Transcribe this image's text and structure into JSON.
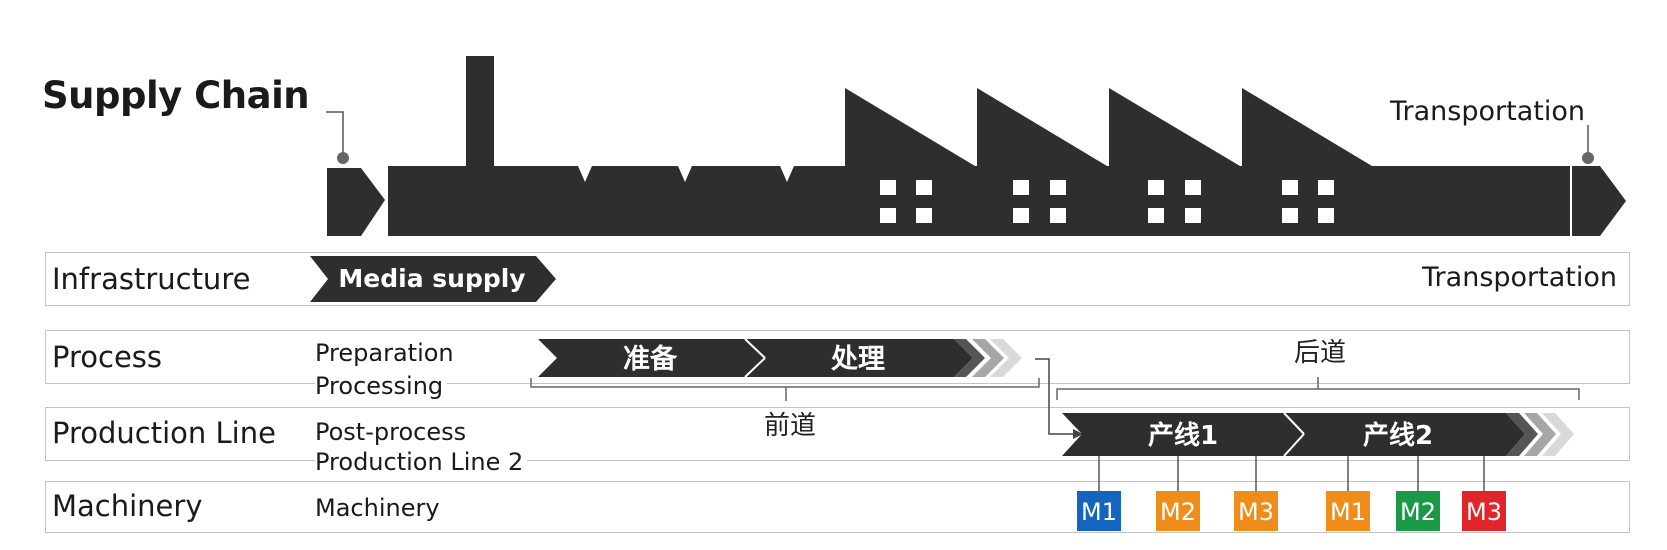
{
  "title": "Supply Chain",
  "top_transport_label": "Transportation",
  "rows": {
    "infrastructure": {
      "label": "Infrastructure",
      "media_supply": "Media supply",
      "transport": "Transportation"
    },
    "process": {
      "label": "Process",
      "sub1": "Preparation",
      "sub2": "Processing",
      "step1": "准备",
      "step2": "处理",
      "front_group": "前道",
      "back_group": "后道"
    },
    "production_line": {
      "label": "Production Line",
      "sub1": "Post-process",
      "sub2": "Production Line 2",
      "line1": "产线1",
      "line2": "产线2"
    },
    "machinery": {
      "label": "Machinery",
      "sub1": "Machinery",
      "machines": [
        {
          "label": "M1",
          "color": "#1565c0"
        },
        {
          "label": "M2",
          "color": "#f08c1a"
        },
        {
          "label": "M3",
          "color": "#f08c1a"
        },
        {
          "label": "M1",
          "color": "#f08c1a"
        },
        {
          "label": "M2",
          "color": "#1a9a46"
        },
        {
          "label": "M3",
          "color": "#e0262b"
        }
      ]
    }
  },
  "colors": {
    "dark": "#2e2e2e",
    "border": "#c4c4c4"
  }
}
